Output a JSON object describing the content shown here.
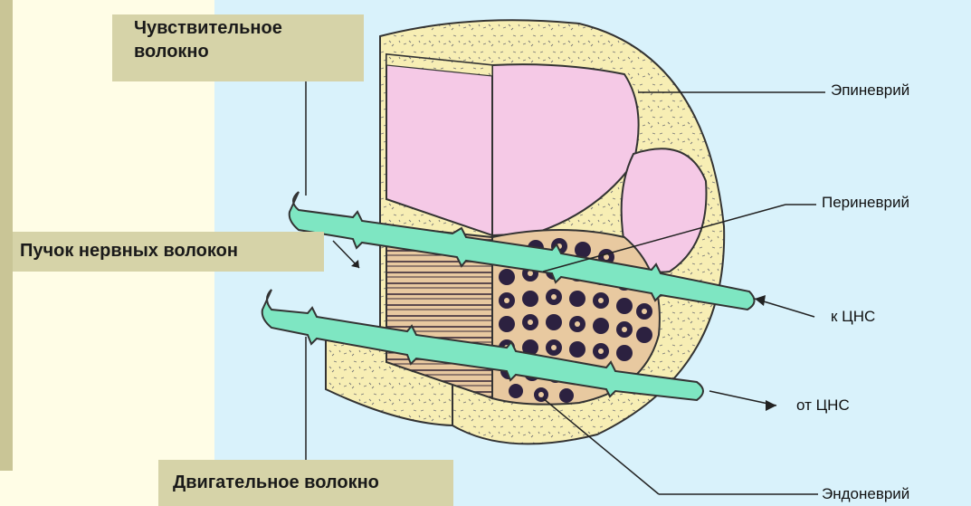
{
  "callouts": {
    "sensory_fiber": [
      "Чувствительное",
      "волокно"
    ],
    "nerve_bundle": "Пучок нервных волокон",
    "motor_fiber": "Двигательное волокно"
  },
  "labels": {
    "epineurium": "Эпиневрий",
    "perineurium": "Периневрий",
    "to_cns": "к ЦНС",
    "from_cns": "от ЦНС",
    "endoneurium": "Эндоневрий"
  },
  "colors": {
    "page_background": "#fffde6",
    "diagram_background": "#d9f2fb",
    "callout_background": "#d6d3a8",
    "sidebar_bar": "#c9c596",
    "epineurium_fill": "#f7eeb4",
    "fascicle_pink": "#f5c9e6",
    "fiber_green": "#7ee6c2",
    "fiber_bundle_tan": "#e8c9a0",
    "axon_dark": "#2c2140"
  }
}
